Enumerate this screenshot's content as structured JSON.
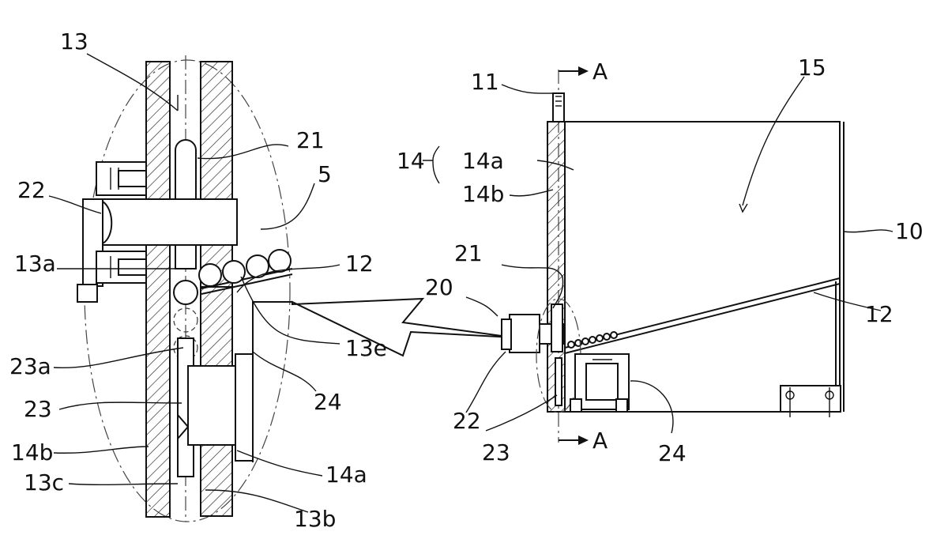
{
  "labels": {
    "l13": "13",
    "l21": "21",
    "l22": "22",
    "l5": "5",
    "l13a": "13a",
    "l12_detail": "12",
    "l13e": "13e",
    "l23a": "23a",
    "l23_detail": "23",
    "l24_detail": "24",
    "l14b_detail": "14b",
    "l14a_detail": "14a",
    "l13c": "13c",
    "l13b": "13b",
    "l11": "11",
    "lA_top": "A",
    "lA_bottom": "A",
    "l15": "15",
    "l14": "14",
    "l14a_main": "14a",
    "l14b_main": "14b",
    "l10": "10",
    "l21_main": "21",
    "l20": "20",
    "l12_main": "12",
    "l22_main": "22",
    "l23_main": "23",
    "l24_main": "24"
  }
}
